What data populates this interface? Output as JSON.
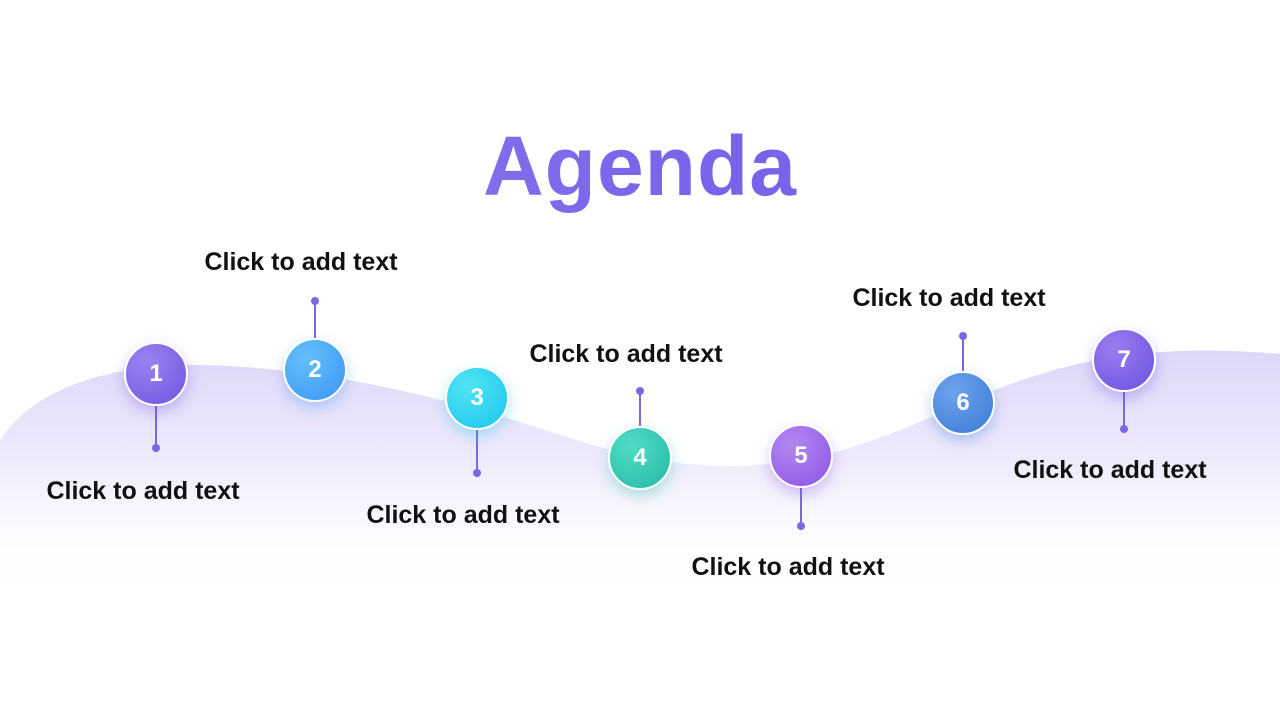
{
  "title": "Agenda",
  "colors": {
    "title": "#7a66ea",
    "wave": "#dcd4f8",
    "stem": "#7a68e0",
    "label": "#111111"
  },
  "steps": [
    {
      "number": "1",
      "text": "Click to add text",
      "color_start": "#9b82f0",
      "color_end": "#6e55e0"
    },
    {
      "number": "2",
      "text": "Click to add text",
      "color_start": "#63c0fb",
      "color_end": "#3c94f5"
    },
    {
      "number": "3",
      "text": "Click to add text",
      "color_start": "#4fe4f2",
      "color_end": "#1dc4ee"
    },
    {
      "number": "4",
      "text": "Click to add text",
      "color_start": "#4fdcc4",
      "color_end": "#25b8a6"
    },
    {
      "number": "5",
      "text": "Click to add text",
      "color_start": "#b486f0",
      "color_end": "#8a55e6"
    },
    {
      "number": "6",
      "text": "Click to add text",
      "color_start": "#6ea2ec",
      "color_end": "#3a7ad6"
    },
    {
      "number": "7",
      "text": "Click to add text",
      "color_start": "#9a7ef0",
      "color_end": "#6b4fe0"
    }
  ]
}
